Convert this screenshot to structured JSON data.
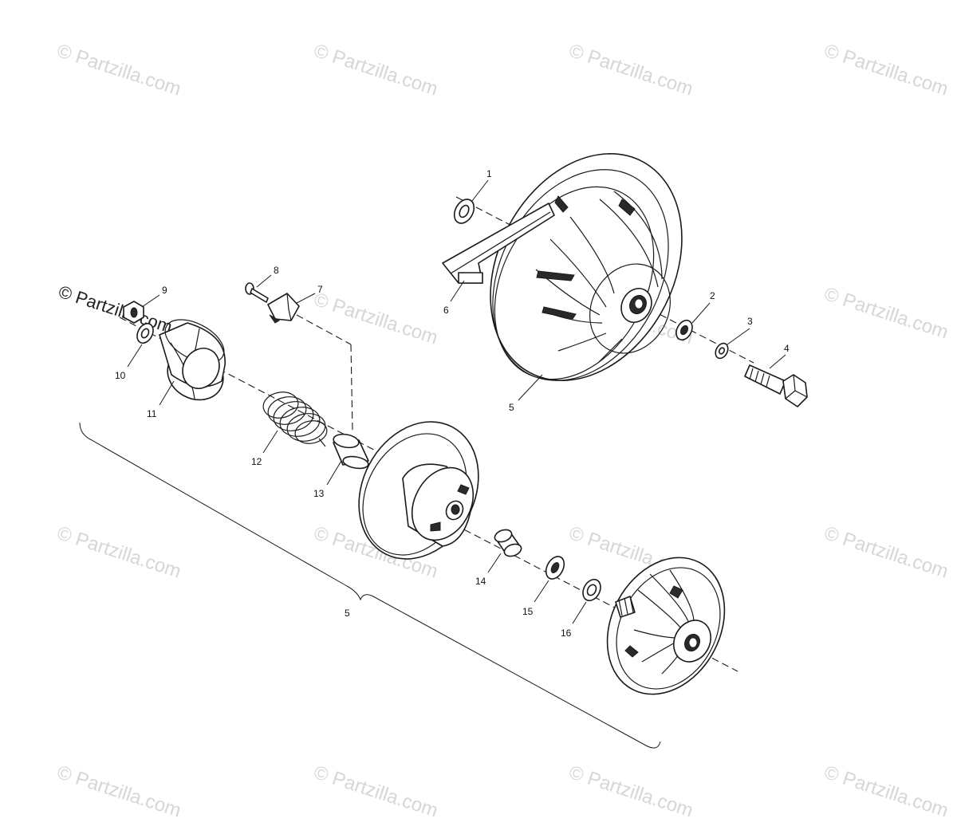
{
  "watermark": "© Partzilla.com",
  "labels": {
    "p1": "1",
    "p2": "2",
    "p3": "3",
    "p4": "4",
    "p5_upper": "5",
    "p6": "6",
    "p7": "7",
    "p8": "8",
    "p9": "9",
    "p10": "10",
    "p11": "11",
    "p12": "12",
    "p13": "13",
    "p14": "14",
    "p15": "15",
    "p16": "16",
    "p5_bracket": "5"
  },
  "colors": {
    "line": "#1a1a1a",
    "watermark": "#c9c9c9",
    "background": "#ffffff"
  }
}
